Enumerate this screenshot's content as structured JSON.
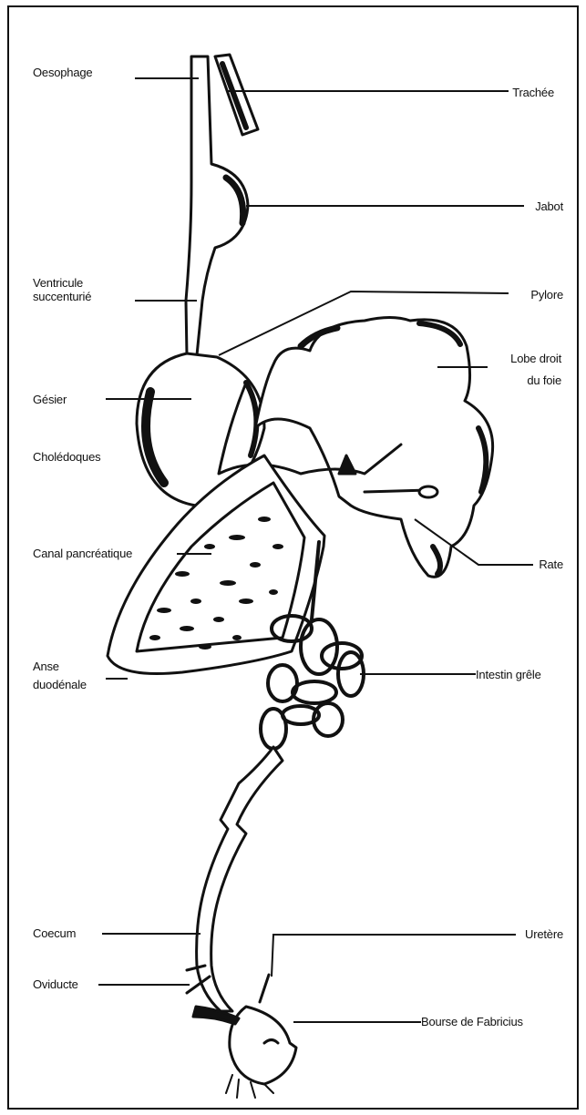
{
  "labels": {
    "oesophage": "Oesophage",
    "trachee": "Trachée",
    "jabot": "Jabot",
    "ventricule_1": "Ventricule",
    "ventricule_2": "succenturié",
    "pylore": "Pylore",
    "lobe_1": "Lobe droit",
    "lobe_2": "du foie",
    "gesier": "Gésier",
    "choledoques": "Cholédoques",
    "canal": "Canal pancréatique",
    "rate": "Rate",
    "anse_1": "Anse",
    "anse_2": "duodénale",
    "intestin": "Intestin grêle",
    "coecum": "Coecum",
    "uretere": "Uretère",
    "oviducte": "Oviducte",
    "bourse": "Bourse de Fabricius"
  },
  "colors": {
    "ink": "#111111",
    "paper": "#ffffff"
  }
}
